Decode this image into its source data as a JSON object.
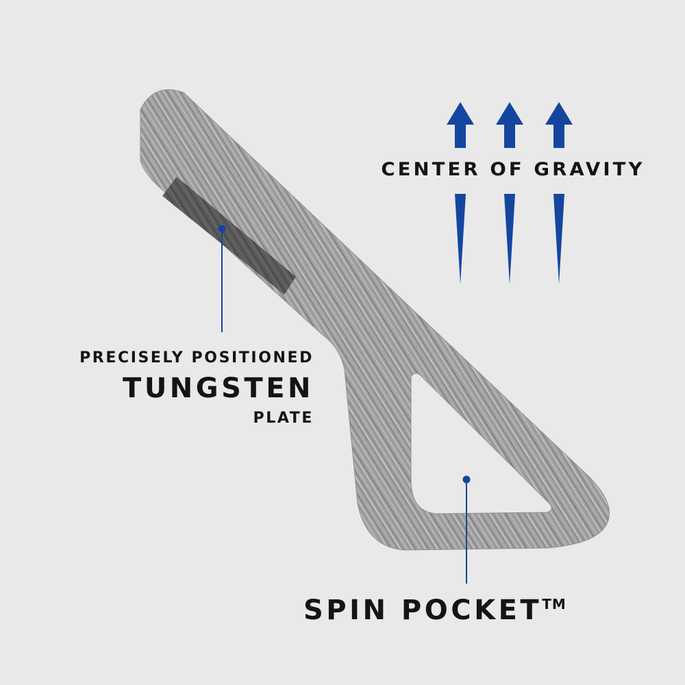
{
  "labels": {
    "center_of_gravity": "Center of Gravity",
    "tungsten_line1": "Precisely Positioned",
    "tungsten_line2": "Tungsten",
    "tungsten_line3": "Plate",
    "spin_pocket": "Spin Pocket",
    "spin_pocket_mark": "TM"
  },
  "colors": {
    "background": "#e9e9e9",
    "accent_blue": "#1446a0",
    "text": "#141414",
    "metal": "#9a9a9a"
  }
}
